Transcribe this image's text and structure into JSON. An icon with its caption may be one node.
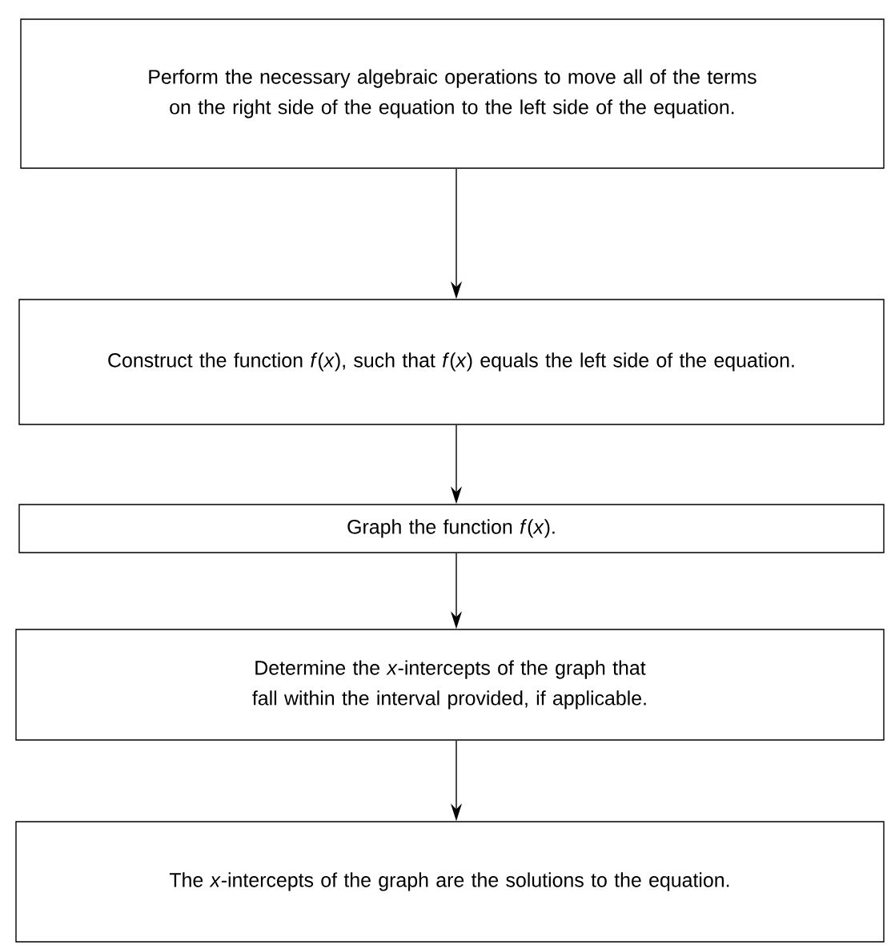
{
  "diagram": {
    "nodes": [
      {
        "text": [
          "Perform the necessary algebraic operations to move all of the terms on the right side of the equation to the left side of the equation."
        ]
      },
      {
        "text": [
          "Construct the function *f*(*x*), such that *f*(*x*) equals the left side of the equation."
        ]
      },
      {
        "text": [
          "Graph the function *f*(*x*)."
        ]
      },
      {
        "text": [
          "Determine the *x*-intercepts of the graph that fall within the interval provided, if applicable."
        ]
      },
      {
        "text": [
          "The *x*-intercepts of the graph are the solutions to the equation."
        ]
      }
    ],
    "edges": [
      {
        "from": 0,
        "to": 1,
        "arrow": "to"
      },
      {
        "from": 1,
        "to": 2,
        "arrow": "to"
      },
      {
        "from": 2,
        "to": 3,
        "arrow": "to"
      },
      {
        "from": 3,
        "to": 4,
        "arrow": "to"
      }
    ]
  }
}
